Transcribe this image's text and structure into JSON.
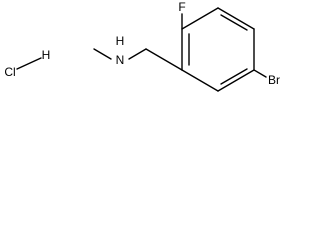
{
  "molecule": {
    "atoms": {
      "fluorine": "F",
      "bromine": "Br",
      "amine": "H",
      "amine_n": "N",
      "hcl_h": "H",
      "hcl_cl": "Cl"
    }
  }
}
